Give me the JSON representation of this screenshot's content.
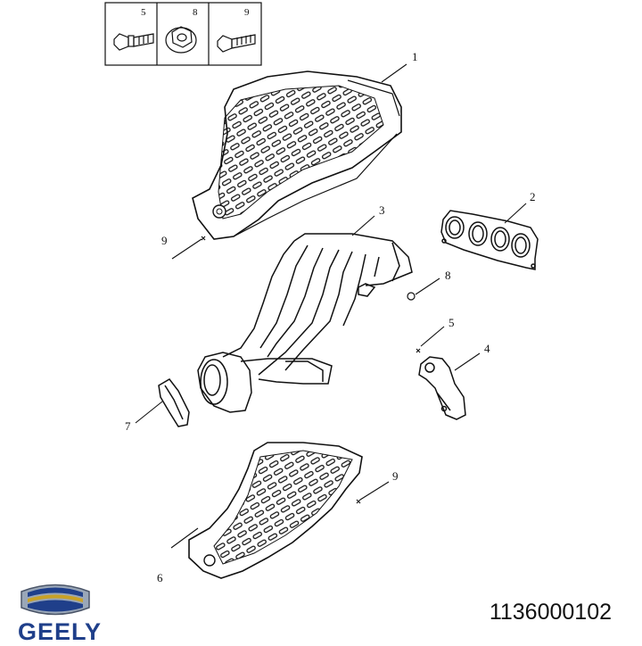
{
  "legend_box": [
    {
      "number": "5",
      "icon": "flange-bolt-icon"
    },
    {
      "number": "8",
      "icon": "flange-nut-icon"
    },
    {
      "number": "9",
      "icon": "stud-bolt-icon"
    }
  ],
  "callouts": [
    {
      "id": "c1",
      "label": "1"
    },
    {
      "id": "c2",
      "label": "2"
    },
    {
      "id": "c3",
      "label": "3"
    },
    {
      "id": "c4",
      "label": "4"
    },
    {
      "id": "c5",
      "label": "5"
    },
    {
      "id": "c6",
      "label": "6"
    },
    {
      "id": "c7",
      "label": "7"
    },
    {
      "id": "c8",
      "label": "8"
    },
    {
      "id": "c9a",
      "label": "9"
    },
    {
      "id": "c9b",
      "label": "9"
    }
  ],
  "brand": {
    "name": "GEELY",
    "color": "#1f3f8a",
    "logo_colors": [
      "#1f3f8a",
      "#c9a227",
      "#9aa7b8"
    ]
  },
  "part_number": "1136000102"
}
